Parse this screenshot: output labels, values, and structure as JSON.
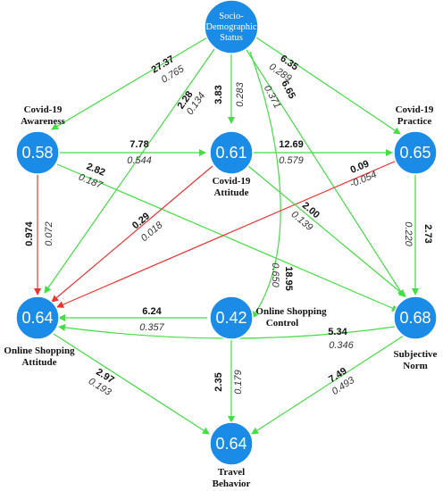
{
  "nodes": {
    "sds": {
      "lines": [
        "Socio-",
        "Demographic",
        "Status"
      ]
    },
    "awareness": {
      "value": "0.58",
      "label_lines": [
        "Covid-19",
        "Awareness"
      ]
    },
    "attitude_covid": {
      "value": "0.61",
      "label_lines": [
        "Covid-19",
        "Attitude"
      ]
    },
    "practice": {
      "value": "0.65",
      "label_lines": [
        "Covid-19",
        "Practice"
      ]
    },
    "online_attitude": {
      "value": "0.64",
      "label_lines": [
        "Online Shopping",
        "Attitude"
      ]
    },
    "online_control": {
      "value": "0.42",
      "label_lines": [
        "Online Shopping",
        "Control"
      ]
    },
    "subjective_norm": {
      "value": "0.68",
      "label_lines": [
        "Subjective",
        "Norm"
      ]
    },
    "travel": {
      "value": "0.64",
      "label_lines": [
        "Travel",
        "Behavior"
      ]
    }
  },
  "edges": [
    {
      "id": "sds-awareness",
      "coef": "27.37",
      "stat": "0.765",
      "color": "green"
    },
    {
      "id": "sds-online-attitude",
      "coef": "2.28",
      "stat": "0.134",
      "color": "green"
    },
    {
      "id": "sds-covid-attitude",
      "coef": "3.83",
      "stat": "0.283",
      "color": "green"
    },
    {
      "id": "sds-online-control",
      "coef": "18.95",
      "stat": "0.650",
      "color": "green"
    },
    {
      "id": "sds-subjective-norm",
      "coef": "6.65",
      "stat": "0.371",
      "color": "green"
    },
    {
      "id": "sds-practice",
      "coef": "6.35",
      "stat": "0.289",
      "color": "green"
    },
    {
      "id": "awareness-covid-attitude",
      "coef": "7.78",
      "stat": "0.544",
      "color": "green"
    },
    {
      "id": "covid-attitude-practice",
      "coef": "12.69",
      "stat": "0.579",
      "color": "green"
    },
    {
      "id": "awareness-subjective-norm",
      "coef": "2.82",
      "stat": "0.187",
      "color": "green"
    },
    {
      "id": "awareness-online-attitude",
      "coef": "0.974",
      "stat": "0.072",
      "color": "red"
    },
    {
      "id": "covid-attitude-online-attitude",
      "coef": "0.29",
      "stat": "0.018",
      "color": "red"
    },
    {
      "id": "practice-online-attitude",
      "coef": "0.09",
      "stat": "-0.054",
      "color": "red"
    },
    {
      "id": "covid-attitude-subjective-norm",
      "coef": "2.00",
      "stat": "0.139",
      "color": "green"
    },
    {
      "id": "practice-subjective-norm",
      "coef": "2.73",
      "stat": "0.220",
      "color": "green"
    },
    {
      "id": "online-control-online-attitude",
      "coef": "6.24",
      "stat": "0.357",
      "color": "green"
    },
    {
      "id": "subjective-norm-online-attitude",
      "coef": "5.34",
      "stat": "0.346",
      "color": "green"
    },
    {
      "id": "online-attitude-travel",
      "coef": "2.97",
      "stat": "0.193",
      "color": "green"
    },
    {
      "id": "online-control-travel",
      "coef": "2.35",
      "stat": "0.179",
      "color": "green"
    },
    {
      "id": "subjective-norm-travel",
      "coef": "7.49",
      "stat": "0.493",
      "color": "green"
    }
  ],
  "colors": {
    "node": "#1a8be6",
    "green_edge": "#44dd44",
    "red_edge": "#ee3333"
  }
}
